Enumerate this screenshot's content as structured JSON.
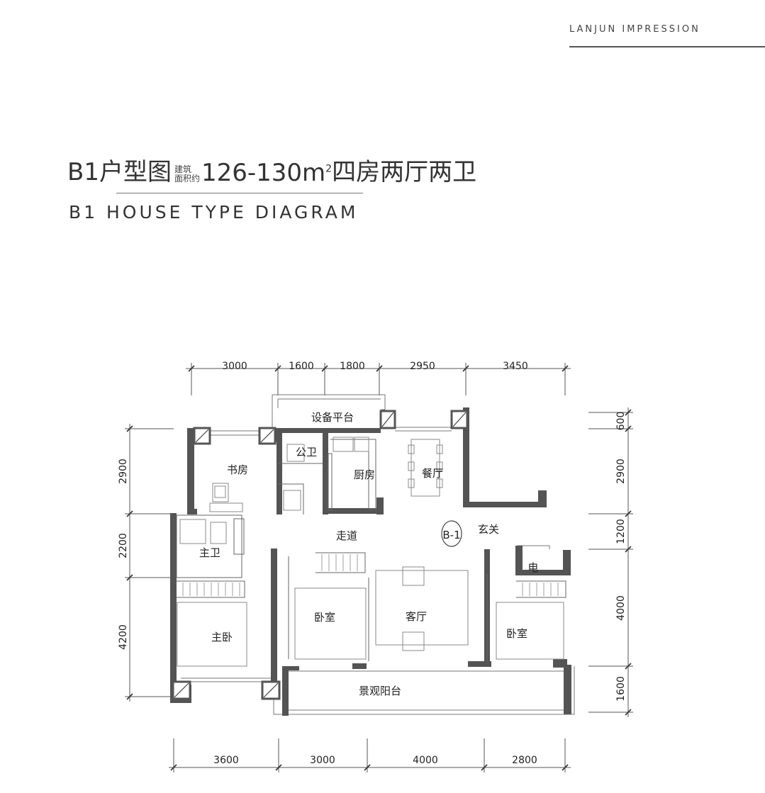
{
  "brand": "LANJUN  IMPRESSION",
  "title": {
    "main": "B1户型图",
    "area_label_line1": "建筑",
    "area_label_line2": "面积约",
    "area": "126-130m",
    "area_sup": "2",
    "layout": "四房两厅两卫",
    "subtitle": "B1 HOUSE TYPE DIAGRAM"
  },
  "dimensions": {
    "top": [
      "3000",
      "1600",
      "1800",
      "2950",
      "3450"
    ],
    "bottom": [
      "3600",
      "3000",
      "4000",
      "2800"
    ],
    "left": [
      "2900",
      "2200",
      "4200"
    ],
    "right": [
      "600",
      "2900",
      "1200",
      "4000",
      "1600"
    ]
  },
  "rooms": {
    "equipment_platform": "设备平台",
    "public_bath": "公卫",
    "study": "书房",
    "kitchen": "厨房",
    "dining": "餐厅",
    "corridor": "走道",
    "unit_tag": "B-1",
    "entrance": "玄关",
    "master_bath": "主卫",
    "electric": "电",
    "master_bedroom": "主卧",
    "bedroom_1": "卧室",
    "living": "客厅",
    "bedroom_2": "卧室",
    "balcony": "景观阳台"
  }
}
